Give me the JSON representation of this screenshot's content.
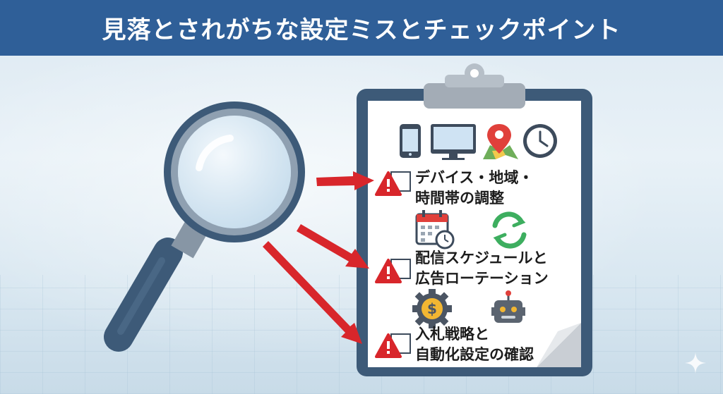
{
  "header": {
    "title": "見落とされがちな設定ミスとチェックポイント"
  },
  "checklist": {
    "items": [
      {
        "line1": "デバイス・地域・",
        "line2": "時間帯の調整",
        "icons": [
          "smartphone-icon",
          "monitor-icon",
          "map-pin-icon",
          "clock-icon"
        ]
      },
      {
        "line1": "配信スケジュールと",
        "line2": "広告ローテーション",
        "icons": [
          "calendar-clock-icon",
          "refresh-icon"
        ]
      },
      {
        "line1": "入札戦略と",
        "line2": "自動化設定の確認",
        "icons": [
          "dollar-gear-icon",
          "robot-icon"
        ]
      }
    ]
  },
  "colors": {
    "header": "#2f5f98",
    "warning": "#d8262b",
    "clipboard_frame": "#3d5a78",
    "magnifier": "#3d5a78"
  }
}
